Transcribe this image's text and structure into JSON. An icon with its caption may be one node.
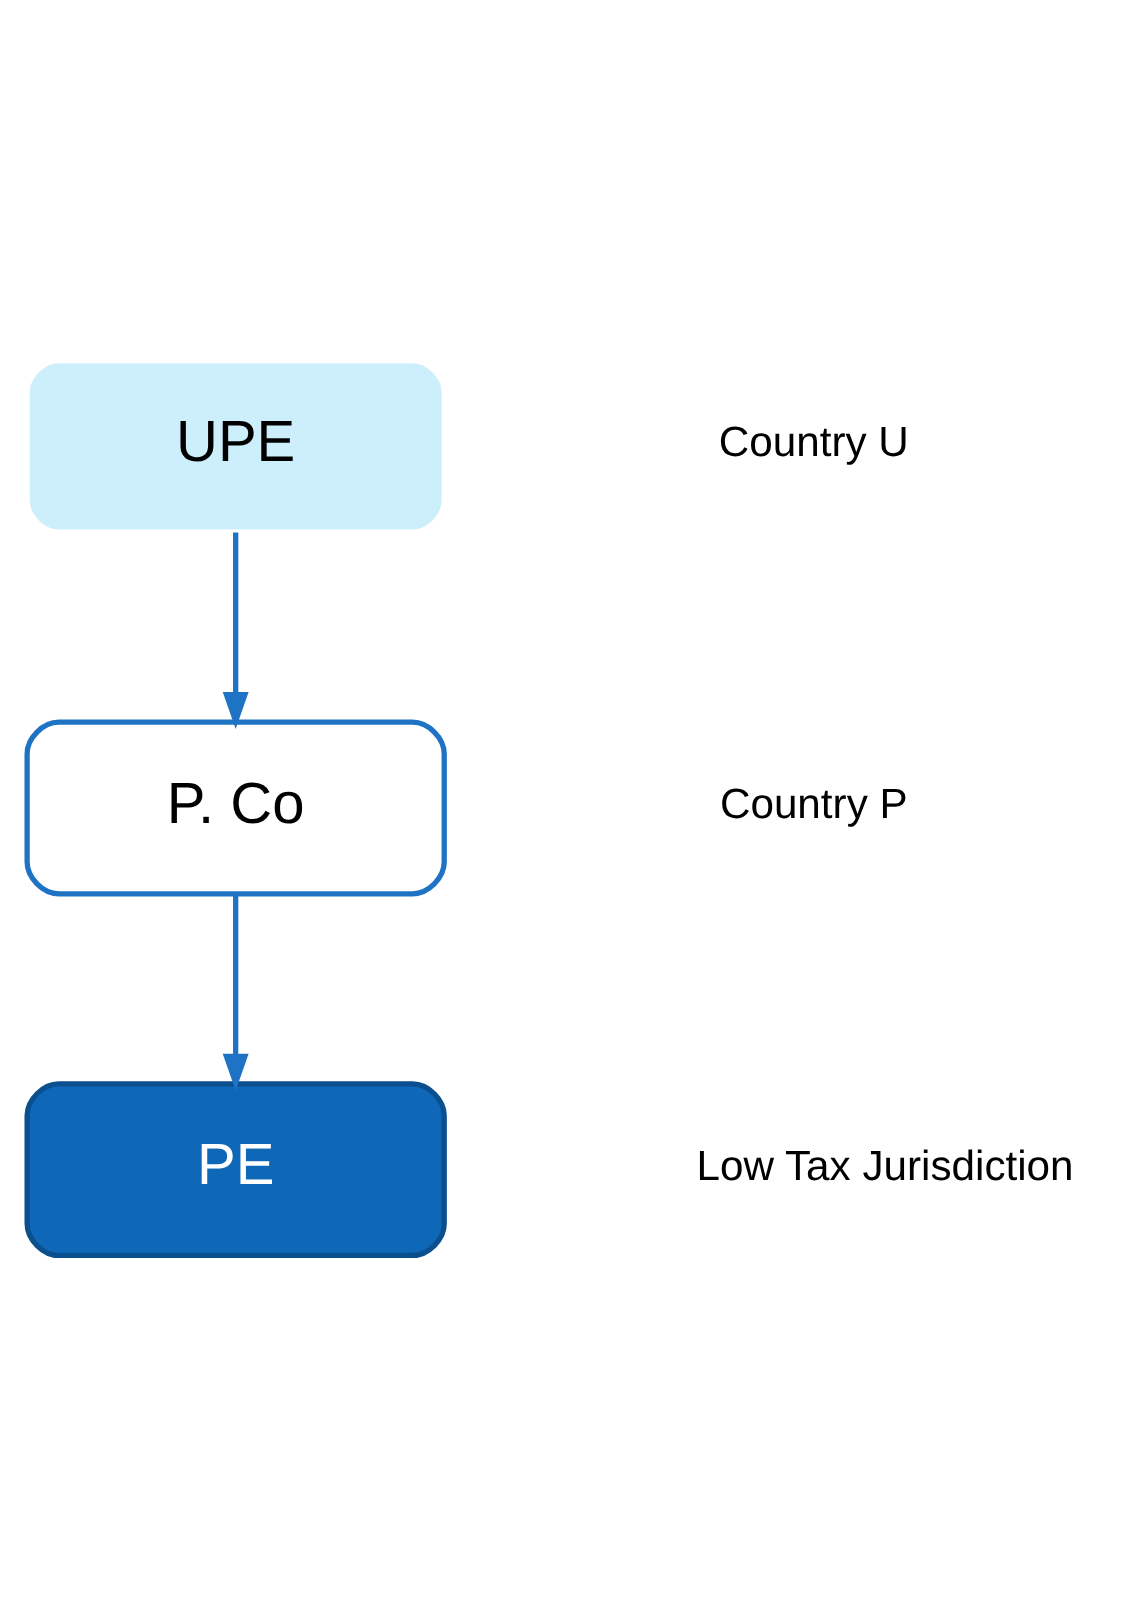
{
  "diagram": {
    "nodes": [
      {
        "text": [
          "UPE"
        ]
      },
      {
        "text": [
          "P. Co"
        ]
      },
      {
        "text": [
          "PE"
        ]
      }
    ],
    "edges": [
      {
        "from": 0,
        "to": 1,
        "arrow": "to"
      },
      {
        "from": 1,
        "to": 2,
        "arrow": "to"
      }
    ],
    "labels": [
      "Country U",
      "Country P",
      "Low Tax Jurisdiction"
    ]
  }
}
